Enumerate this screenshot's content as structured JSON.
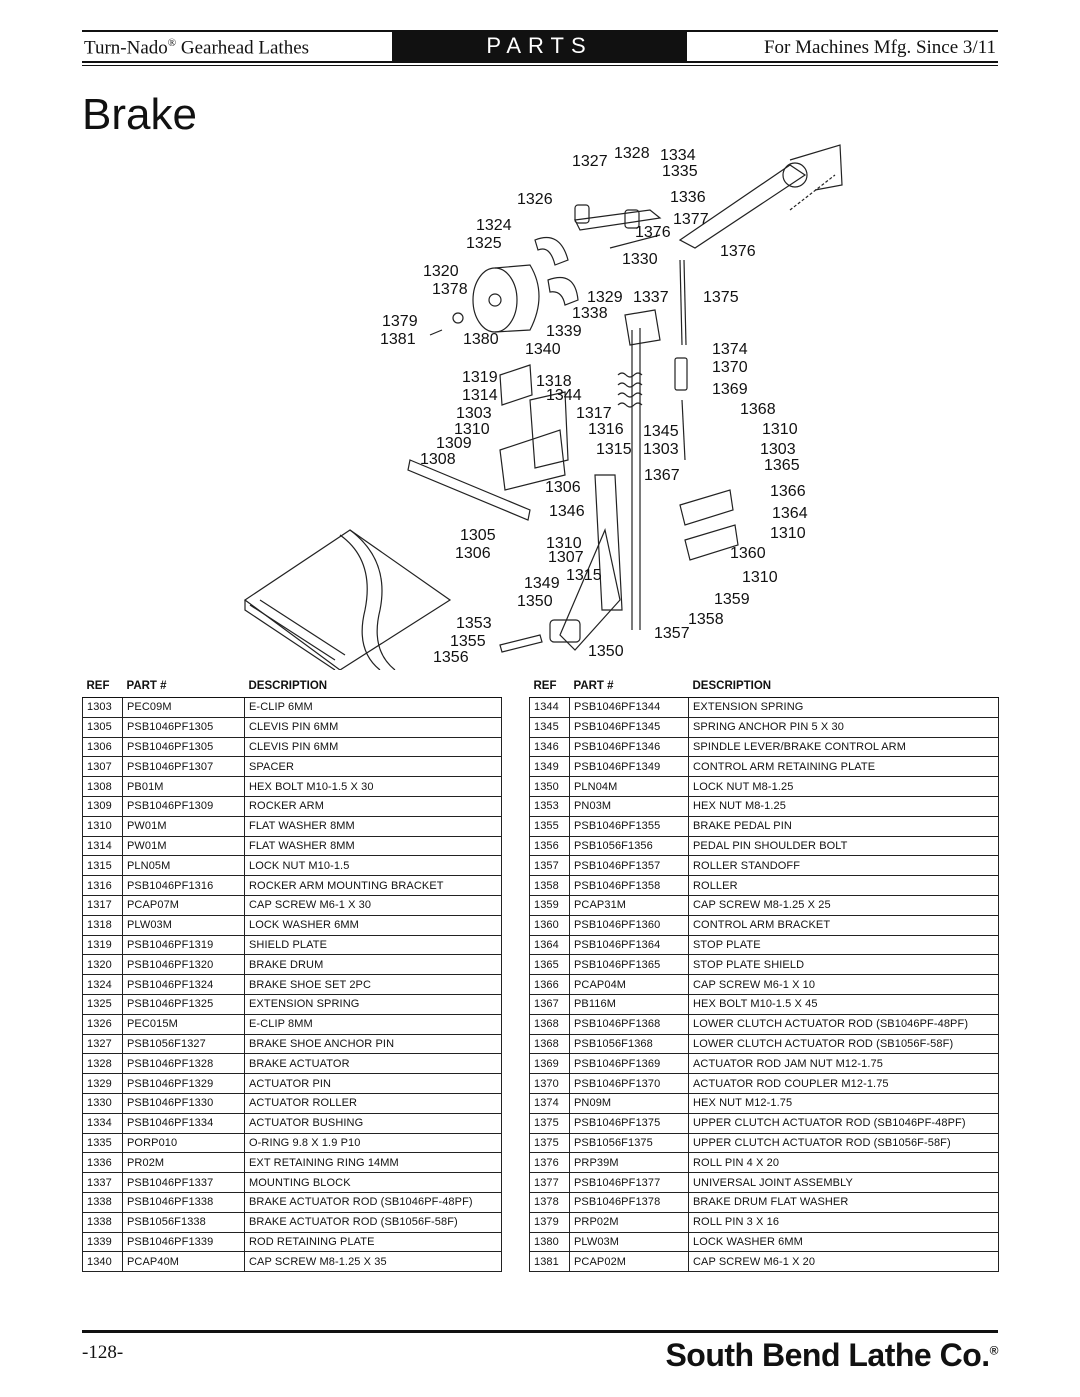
{
  "header": {
    "left_title": "Turn-Nado",
    "left_reg": "®",
    "left_suffix": " Gearhead Lathes",
    "tab_label": "PARTS",
    "right_title": "For Machines Mfg. Since 3/11"
  },
  "page_title": "Brake",
  "diagram_labels": [
    "1327",
    "1328",
    "1334",
    "1335",
    "1336",
    "1326",
    "1324",
    "1377",
    "1376",
    "1325",
    "1376",
    "1330",
    "1320",
    "1378",
    "1329",
    "1337",
    "1375",
    "1338",
    "1379",
    "1381",
    "1380",
    "1339",
    "1340",
    "1374",
    "1370",
    "1319",
    "1318",
    "1369",
    "1314",
    "1344",
    "1368",
    "1303",
    "1317",
    "1310",
    "1316",
    "1345",
    "1310",
    "1309",
    "1303",
    "1308",
    "1315",
    "1303",
    "1365",
    "1367",
    "1306",
    "1366",
    "1346",
    "1364",
    "1305",
    "1310",
    "1310",
    "1306",
    "1307",
    "1360",
    "1315",
    "1349",
    "1310",
    "1350",
    "1359",
    "1353",
    "1358",
    "1355",
    "1357",
    "1356",
    "1350"
  ],
  "columns": {
    "ref": "REF",
    "part": "PART #",
    "description": "DESCRIPTION"
  },
  "left_rows": [
    [
      "1303",
      "PEC09M",
      "E-CLIP 6MM"
    ],
    [
      "1305",
      "PSB1046PF1305",
      "CLEVIS PIN 6MM"
    ],
    [
      "1306",
      "PSB1046PF1305",
      "CLEVIS PIN 6MM"
    ],
    [
      "1307",
      "PSB1046PF1307",
      "SPACER"
    ],
    [
      "1308",
      "PB01M",
      "HEX BOLT M10-1.5 X 30"
    ],
    [
      "1309",
      "PSB1046PF1309",
      "ROCKER ARM"
    ],
    [
      "1310",
      "PW01M",
      "FLAT WASHER 8MM"
    ],
    [
      "1314",
      "PW01M",
      "FLAT WASHER 8MM"
    ],
    [
      "1315",
      "PLN05M",
      "LOCK NUT M10-1.5"
    ],
    [
      "1316",
      "PSB1046PF1316",
      "ROCKER ARM MOUNTING BRACKET"
    ],
    [
      "1317",
      "PCAP07M",
      "CAP SCREW M6-1 X 30"
    ],
    [
      "1318",
      "PLW03M",
      "LOCK WASHER 6MM"
    ],
    [
      "1319",
      "PSB1046PF1319",
      "SHIELD PLATE"
    ],
    [
      "1320",
      "PSB1046PF1320",
      "BRAKE DRUM"
    ],
    [
      "1324",
      "PSB1046PF1324",
      "BRAKE SHOE SET 2PC"
    ],
    [
      "1325",
      "PSB1046PF1325",
      "EXTENSION SPRING"
    ],
    [
      "1326",
      "PEC015M",
      "E-CLIP 8MM"
    ],
    [
      "1327",
      "PSB1056F1327",
      "BRAKE SHOE ANCHOR PIN"
    ],
    [
      "1328",
      "PSB1046PF1328",
      "BRAKE ACTUATOR"
    ],
    [
      "1329",
      "PSB1046PF1329",
      "ACTUATOR PIN"
    ],
    [
      "1330",
      "PSB1046PF1330",
      "ACTUATOR ROLLER"
    ],
    [
      "1334",
      "PSB1046PF1334",
      "ACTUATOR BUSHING"
    ],
    [
      "1335",
      "PORP010",
      "O-RING 9.8 X 1.9 P10"
    ],
    [
      "1336",
      "PR02M",
      "EXT RETAINING RING 14MM"
    ],
    [
      "1337",
      "PSB1046PF1337",
      "MOUNTING BLOCK"
    ],
    [
      "1338",
      "PSB1046PF1338",
      "BRAKE ACTUATOR ROD (SB1046PF-48PF)"
    ],
    [
      "1338",
      "PSB1056F1338",
      "BRAKE ACTUATOR ROD (SB1056F-58F)"
    ],
    [
      "1339",
      "PSB1046PF1339",
      "ROD RETAINING PLATE"
    ],
    [
      "1340",
      "PCAP40M",
      "CAP SCREW M8-1.25 X 35"
    ]
  ],
  "right_rows": [
    [
      "1344",
      "PSB1046PF1344",
      "EXTENSION SPRING"
    ],
    [
      "1345",
      "PSB1046PF1345",
      "SPRING ANCHOR PIN 5 X 30"
    ],
    [
      "1346",
      "PSB1046PF1346",
      "SPINDLE LEVER/BRAKE CONTROL ARM"
    ],
    [
      "1349",
      "PSB1046PF1349",
      "CONTROL ARM RETAINING PLATE"
    ],
    [
      "1350",
      "PLN04M",
      "LOCK NUT M8-1.25"
    ],
    [
      "1353",
      "PN03M",
      "HEX NUT M8-1.25"
    ],
    [
      "1355",
      "PSB1046PF1355",
      "BRAKE PEDAL PIN"
    ],
    [
      "1356",
      "PSB1056F1356",
      "PEDAL PIN SHOULDER BOLT"
    ],
    [
      "1357",
      "PSB1046PF1357",
      "ROLLER STANDOFF"
    ],
    [
      "1358",
      "PSB1046PF1358",
      "ROLLER"
    ],
    [
      "1359",
      "PCAP31M",
      "CAP SCREW M8-1.25 X 25"
    ],
    [
      "1360",
      "PSB1046PF1360",
      "CONTROL ARM BRACKET"
    ],
    [
      "1364",
      "PSB1046PF1364",
      "STOP PLATE"
    ],
    [
      "1365",
      "PSB1046PF1365",
      "STOP PLATE SHIELD"
    ],
    [
      "1366",
      "PCAP04M",
      "CAP SCREW M6-1 X 10"
    ],
    [
      "1367",
      "PB116M",
      "HEX BOLT M10-1.5 X 45"
    ],
    [
      "1368",
      "PSB1046PF1368",
      "LOWER CLUTCH ACTUATOR ROD (SB1046PF-48PF)"
    ],
    [
      "1368",
      "PSB1056F1368",
      "LOWER CLUTCH ACTUATOR ROD (SB1056F-58F)"
    ],
    [
      "1369",
      "PSB1046PF1369",
      "ACTUATOR ROD JAM NUT M12-1.75"
    ],
    [
      "1370",
      "PSB1046PF1370",
      "ACTUATOR ROD COUPLER M12-1.75"
    ],
    [
      "1374",
      "PN09M",
      "HEX NUT M12-1.75"
    ],
    [
      "1375",
      "PSB1046PF1375",
      "UPPER CLUTCH ACTUATOR ROD (SB1046PF-48PF)"
    ],
    [
      "1375",
      "PSB1056F1375",
      "UPPER CLUTCH ACTUATOR ROD (SB1056F-58F)"
    ],
    [
      "1376",
      "PRP39M",
      "ROLL PIN 4 X 20"
    ],
    [
      "1377",
      "PSB1046PF1377",
      "UNIVERSAL JOINT ASSEMBLY"
    ],
    [
      "1378",
      "PSB1046PF1378",
      "BRAKE DRUM FLAT WASHER"
    ],
    [
      "1379",
      "PRP02M",
      "ROLL PIN 3 X 16"
    ],
    [
      "1380",
      "PLW03M",
      "LOCK WASHER 6MM"
    ],
    [
      "1381",
      "PCAP02M",
      "CAP SCREW M6-1 X 20"
    ]
  ],
  "footer": {
    "page_number": "-128-",
    "brand": "South Bend Lathe Co.",
    "brand_reg": "®"
  }
}
